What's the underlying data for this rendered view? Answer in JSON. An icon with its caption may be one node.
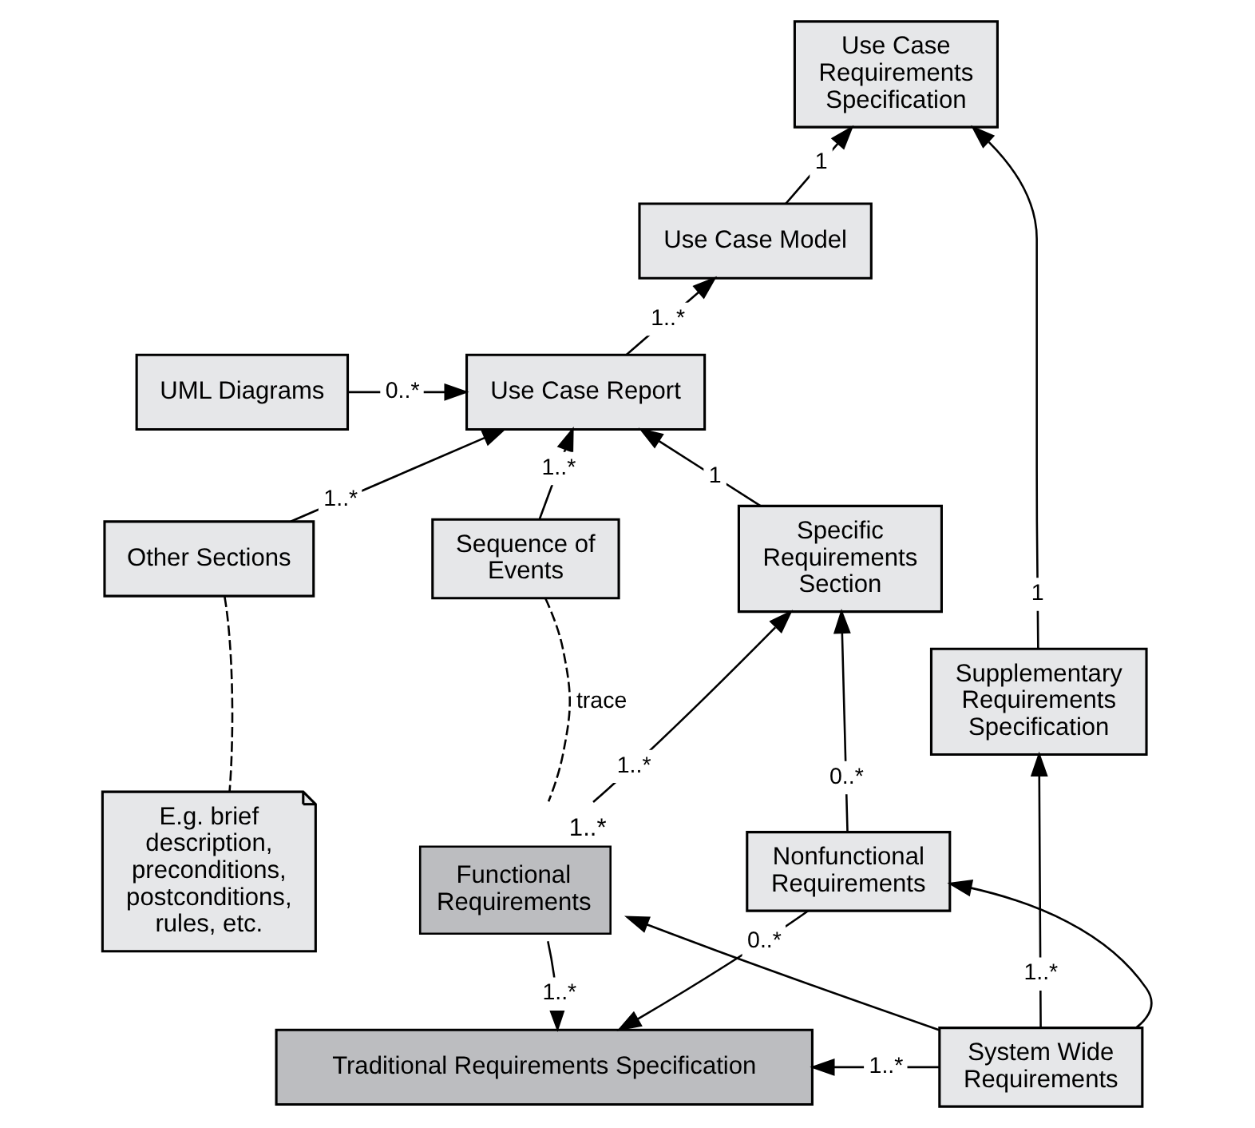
{
  "diagram": {
    "nodes": [
      {
        "text": [
          "Use Case Requirements Specification"
        ]
      },
      {
        "text": [
          "Use Case Model"
        ]
      },
      {
        "text": [
          "Supplementary Requirements Specification"
        ]
      },
      {
        "text": [
          "UML Diagrams"
        ]
      },
      {
        "text": [
          "Use Case Report"
        ]
      },
      {
        "text": [
          "Other Sections"
        ]
      },
      {
        "text": [
          "Sequence of Events"
        ]
      },
      {
        "text": [
          "Specific Requirements Section"
        ]
      },
      {
        "text": [
          "E.g. brief description, preconditions, postconditions, rules, etc."
        ]
      },
      {
        "text": [
          "Functional Requirements"
        ],
        "beside": [
          "1..*"
        ]
      },
      {
        "text": [
          "Nonfunctional Requirements"
        ]
      },
      {
        "text": [
          "Traditional Requirements Specification"
        ]
      },
      {
        "text": [
          "System Wide Requirements"
        ]
      }
    ],
    "edges": [
      {
        "from": 1,
        "to": 0,
        "arrow": "to",
        "label": "1"
      },
      {
        "from": 2,
        "to": 0,
        "arrow": "to",
        "label": "1"
      },
      {
        "from": 4,
        "to": 1,
        "arrow": "to",
        "label": "1..*"
      },
      {
        "from": 3,
        "to": 4,
        "arrow": "to",
        "label": "0..*"
      },
      {
        "from": 5,
        "to": 4,
        "arrow": "to",
        "label": "1..*"
      },
      {
        "from": 6,
        "to": 4,
        "arrow": "to",
        "label": "1..*"
      },
      {
        "from": 7,
        "to": 4,
        "arrow": "to",
        "label": "1"
      },
      {
        "from": 5,
        "to": 8,
        "arrow": "none",
        "style": "dashed"
      },
      {
        "from": 6,
        "to": 9,
        "arrow": "none",
        "style": "dashed",
        "label": "trace"
      },
      {
        "from": 9,
        "to": 7,
        "arrow": "to",
        "label": "1..*"
      },
      {
        "from": 10,
        "to": 7,
        "arrow": "to",
        "label": "0..*"
      },
      {
        "from": 9,
        "to": 11,
        "arrow": "to",
        "label": "1..*"
      },
      {
        "from": 10,
        "to": 11,
        "arrow": "to",
        "label": "0..*"
      },
      {
        "from": 12,
        "to": 9,
        "arrow": "to"
      },
      {
        "from": 12,
        "to": 10,
        "arrow": "to"
      },
      {
        "from": 12,
        "to": 2,
        "arrow": "to",
        "label": "1..*"
      },
      {
        "from": 12,
        "to": 11,
        "arrow": "to",
        "label": "1..*"
      }
    ]
  }
}
